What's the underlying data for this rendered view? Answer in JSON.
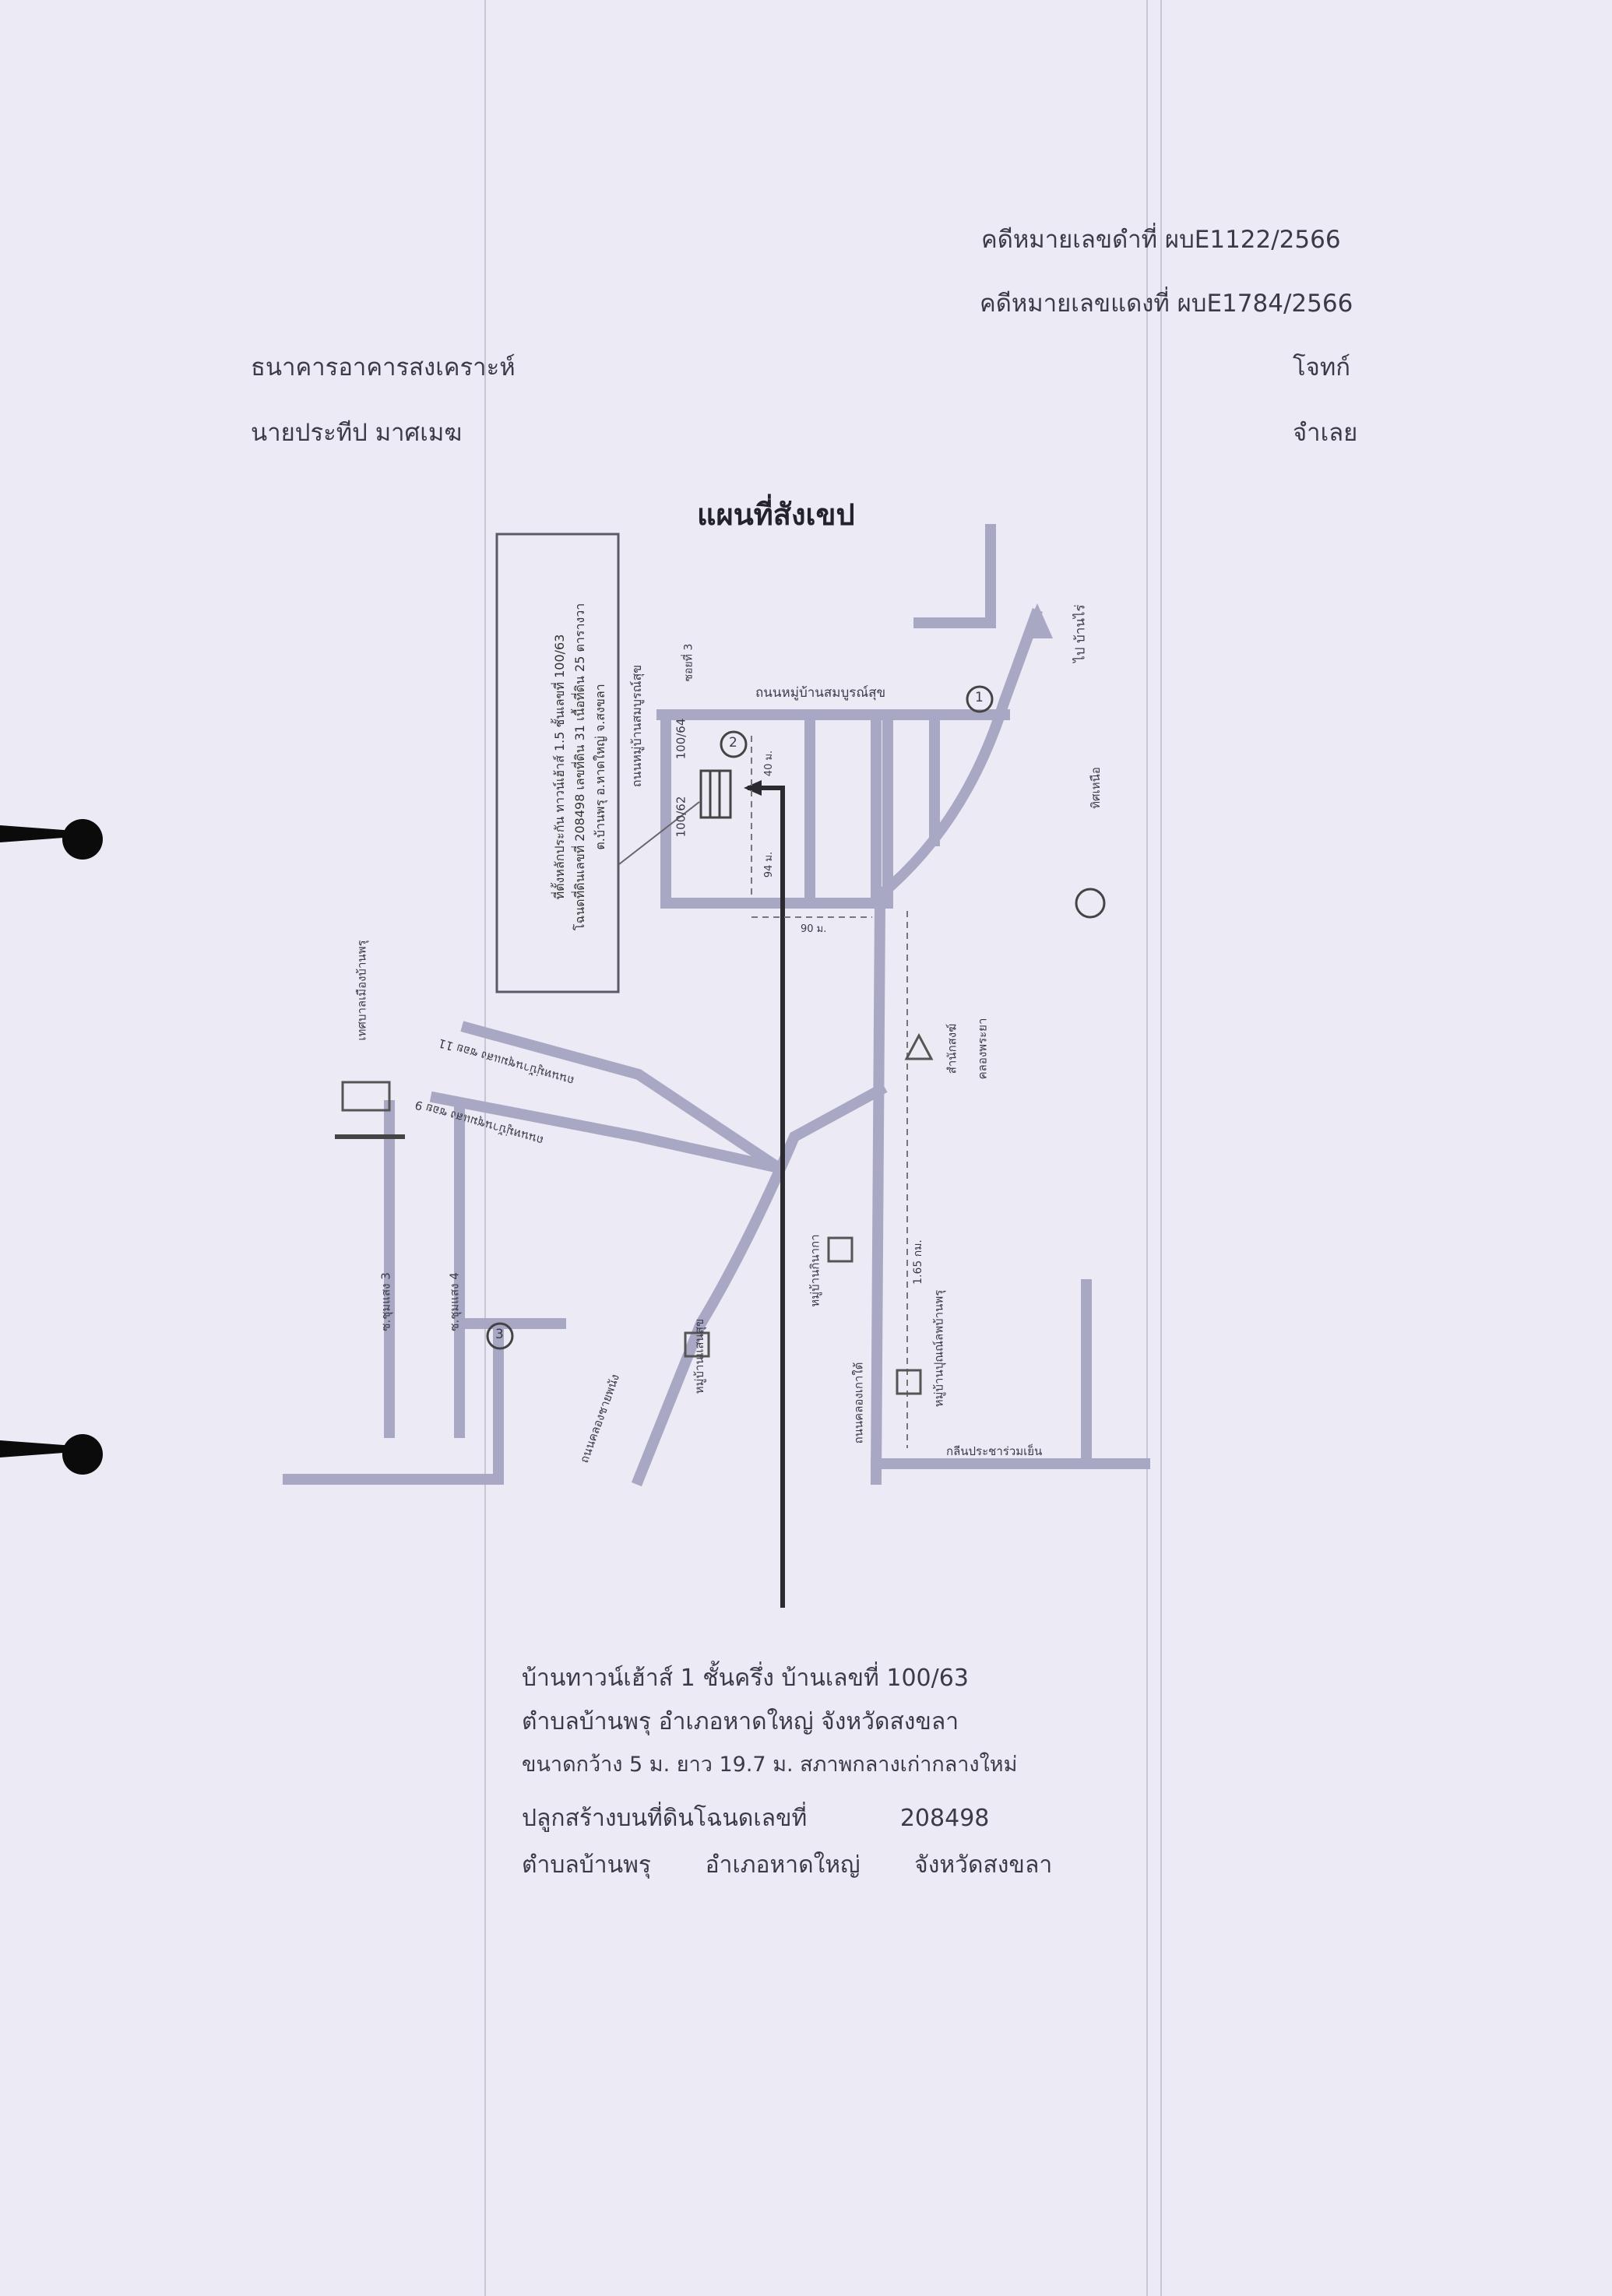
{
  "header": {
    "black_case_no": "คดีหมายเลขดำที่ ผบE1122/2566",
    "red_case_no": "คดีหมายเลขแดงที่ ผบE1784/2566",
    "plaintiff_name": "ธนาคารอาคารสงเคราะห์",
    "plaintiff_role": "โจทก์",
    "defendant_name": "นายประทีป มาศเมฆ",
    "defendant_role": "จำเลย"
  },
  "map": {
    "title": "แผนที่สังเขป",
    "note_box": {
      "line1": "ที่ตั้งหลักประกัน ทาวน์เฮ้าส์ 1.5 ชั้นเลขที่ 100/63",
      "line2": "โฉนดที่ดินเลขที่ 208498 เลขที่ดิน 31 เนื้อที่ดิน 25 ตารางวา",
      "line3": "ต.บ้านพรุ อ.หาดใหญ่ จ.สงขลา"
    },
    "labels": {
      "road_village_sombunsuk": "ถนนหมู่บ้านสมบูรณ์สุข",
      "road_village_sombunsuk_2": "ถนนหมู่บ้านสมบูรณ์สุข",
      "sub_lane": "ซอยที่ 3",
      "to_ban_rai": "ไป บ้านไร่",
      "plot_left": "100/62",
      "plot_right": "100/64",
      "dist_40": "40 ม.",
      "dist_94": "94 ม.",
      "dist_90": "90 ม.",
      "dist_165": "1.65 กม.",
      "north": "ทิศเหนือ",
      "temple": "สำนักสงฆ์",
      "temple_2": "คลองพระยา",
      "municipality": "เทศบาลเมืองบ้านพรุ",
      "road_soi11": "ถนนหมู่บ้านชุมแสง ซอย 11",
      "road_soi9": "ถนนหมู่บ้านชุมแสง ซอย 9",
      "soi3": "ซ.ชุมแสง 3",
      "soi4": "ซ.ชุมแสง 4",
      "village_kinaka": "หมู่บ้านกินากา",
      "village_saensuk": "หมู่บ้านแสนสุข",
      "road_canal": "ถนนคลองชายพนัง",
      "road_khlongkhaytai": "ถนนคลองเกาใต้",
      "village_jatan": "หมู่บ้านปุณณ์ลพบ้านพรุ",
      "shop": "กลีนประชาร่วมเย็น",
      "circle1": "1",
      "circle2": "2",
      "circle3": "3"
    }
  },
  "description": {
    "line1_a": "บ้านทาวน์เฮ้าส์ 1 ชั้นครึ่ง บ้านเลขที่",
    "line1_b": "100/63",
    "line2": "ตำบลบ้านพรุ อำเภอหาดใหญ่ จังหวัดสงขลา",
    "line3": "ขนาดกว้าง 5 ม. ยาว 19.7 ม. สภาพกลางเก่ากลางใหม่",
    "line4_a": "ปลูกสร้างบนที่ดินโฉนดเลขที่",
    "line4_b": "208498",
    "line5_a": "ตำบลบ้านพรุ",
    "line5_b": "อำเภอหาดใหญ่",
    "line5_c": "จังหวัดสงขลา"
  },
  "colors": {
    "road": "#a9a8c4",
    "arrow": "#2a2a30",
    "text": "#3b3b47"
  }
}
